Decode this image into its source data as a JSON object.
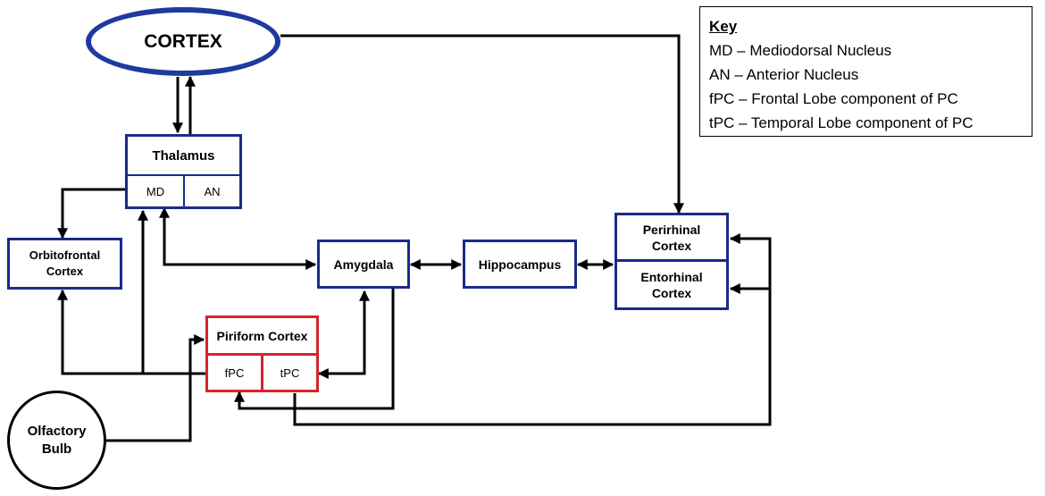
{
  "nodes": {
    "cortex": "CORTEX",
    "thalamus": "Thalamus",
    "thalamus_md": "MD",
    "thalamus_an": "AN",
    "orbitofrontal_line1": "Orbitofrontal",
    "orbitofrontal_line2": "Cortex",
    "amygdala": "Amygdala",
    "hippocampus": "Hippocampus",
    "perirhinal_line1": "Perirhinal",
    "perirhinal_line2": "Cortex",
    "entorhinal_line1": "Entorhinal",
    "entorhinal_line2": "Cortex",
    "piriform": "Piriform Cortex",
    "piriform_fpc": "fPC",
    "piriform_tpc": "tPC",
    "olfactory_line1": "Olfactory",
    "olfactory_line2": "Bulb"
  },
  "key": {
    "title": "Key",
    "items": [
      "MD – Mediodorsal Nucleus",
      "AN – Anterior Nucleus",
      "fPC – Frontal Lobe component of PC",
      "tPC – Temporal Lobe component of PC"
    ]
  },
  "colors": {
    "node_border": "#1a2a8c",
    "cortex_border": "#1f3a9e",
    "piriform_border": "#d4262b",
    "arrow": "#000000"
  }
}
